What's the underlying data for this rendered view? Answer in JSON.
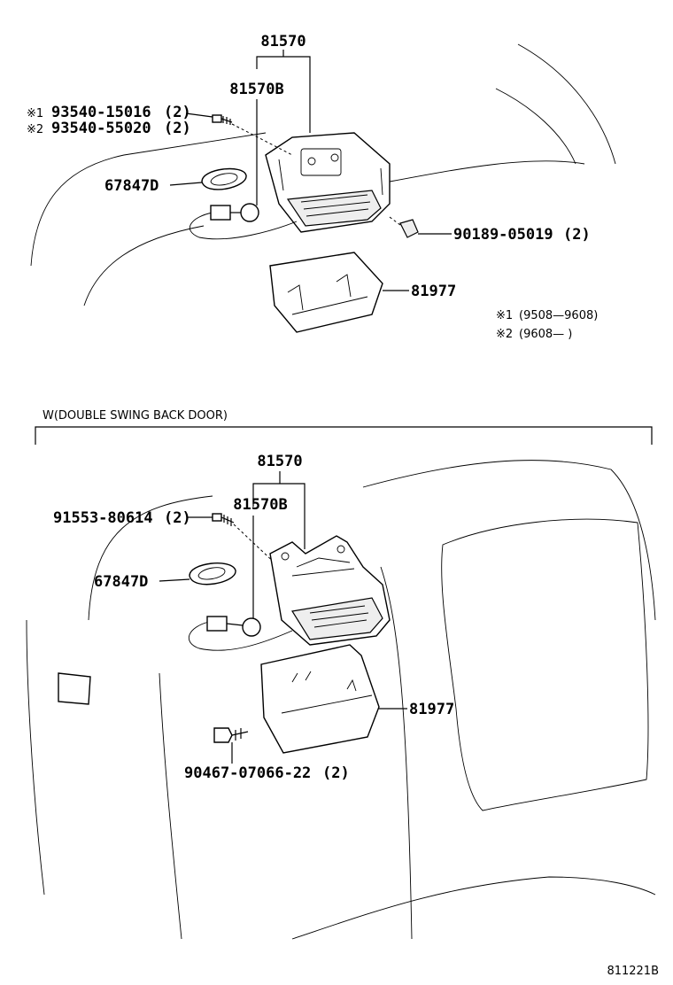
{
  "top": {
    "assembly_no": "81570",
    "sub_assembly_no": "81570B",
    "screw_1": {
      "mark": "※1",
      "no": "93540-15016",
      "qty": "(2)"
    },
    "screw_2": {
      "mark": "※2",
      "no": "93540-55020",
      "qty": "(2)"
    },
    "grommet_no": "67847D",
    "socket_no": "90189-05019",
    "socket_qty": "(2)",
    "cover_no": "81977",
    "notes": [
      {
        "mark": "※1",
        "range": "(9508—9608)"
      },
      {
        "mark": "※2",
        "range": "(9608—      )"
      }
    ]
  },
  "bottom": {
    "section_title": "W(DOUBLE SWING BACK DOOR)",
    "assembly_no": "81570",
    "sub_assembly_no": "81570B",
    "screw_no": "91553-80614",
    "screw_qty": "(2)",
    "grommet_no": "67847D",
    "cover_no": "81977",
    "clip_no": "90467-07066-22",
    "clip_qty": "(2)"
  },
  "footer_code": "811221B"
}
